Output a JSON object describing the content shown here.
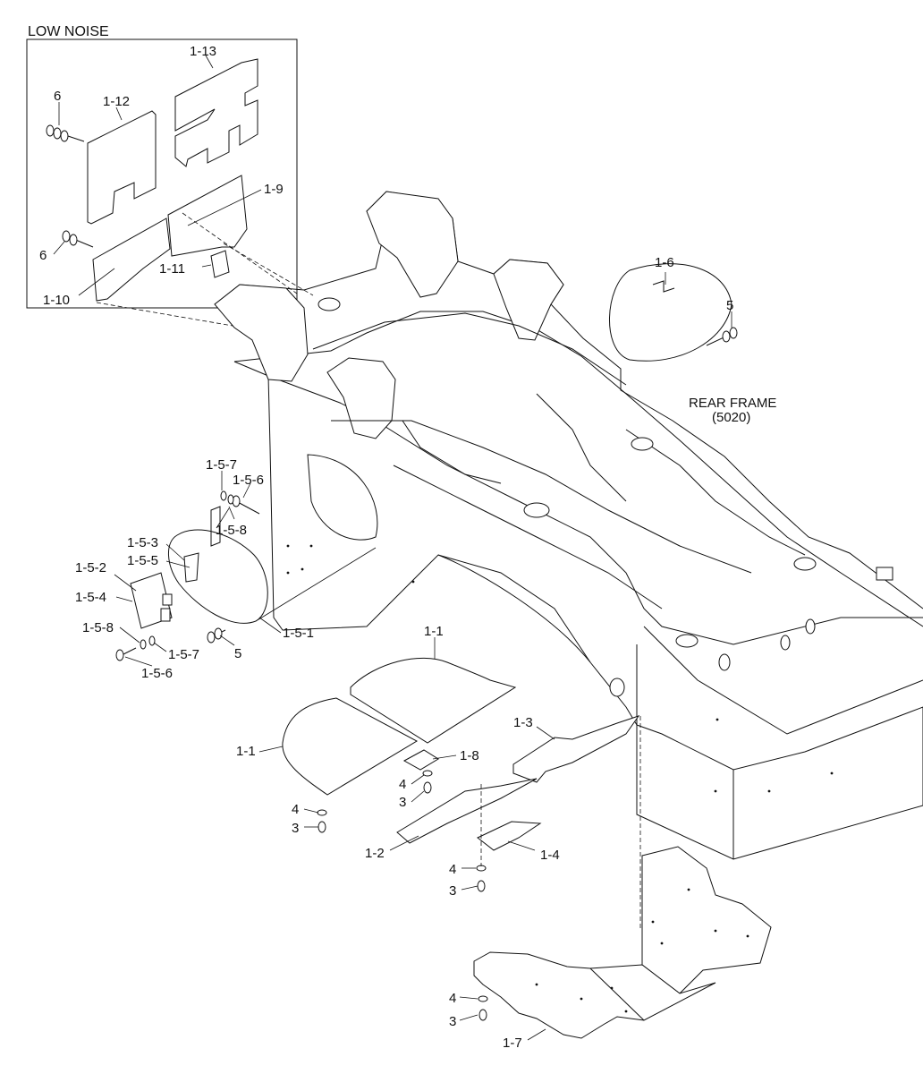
{
  "inset": {
    "title": "LOW NOISE"
  },
  "frame": {
    "name": "REAR FRAME",
    "code": "(5020)"
  },
  "labels": {
    "p1_1": "1-1",
    "p1_2": "1-2",
    "p1_3": "1-3",
    "p1_4": "1-4",
    "p1_5_1": "1-5-1",
    "p1_5_2": "1-5-2",
    "p1_5_3": "1-5-3",
    "p1_5_4": "1-5-4",
    "p1_5_5": "1-5-5",
    "p1_5_6": "1-5-6",
    "p1_5_7": "1-5-7",
    "p1_5_8": "1-5-8",
    "p1_6": "1-6",
    "p1_7": "1-7",
    "p1_8": "1-8",
    "p1_9": "1-9",
    "p1_10": "1-10",
    "p1_11": "1-11",
    "p1_12": "1-12",
    "p1_13": "1-13",
    "p3": "3",
    "p4": "4",
    "p5": "5",
    "p6": "6"
  }
}
